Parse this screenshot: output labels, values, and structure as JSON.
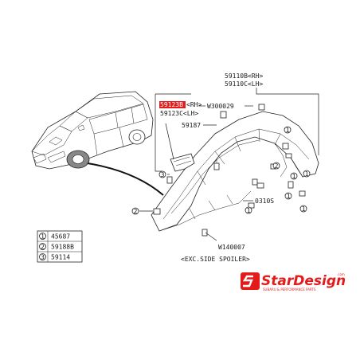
{
  "callouts": {
    "p1_rh": "59110B<RH>",
    "p1_lh": "59110C<LH>",
    "p2_rh_code": "59123B",
    "p2_rh_side": "<RH>",
    "p2_lh": "59123C<LH>",
    "w300029": "W300029",
    "p59187": "59187",
    "p0310s": "0310S",
    "w140007": "W140007",
    "note": "<EXC.SIDE SPOILER>"
  },
  "legend": [
    {
      "num": "1",
      "part": "45687"
    },
    {
      "num": "2",
      "part": "59188B"
    },
    {
      "num": "3",
      "part": "59114"
    }
  ],
  "logo": {
    "brand": "StarDesign",
    "suffix": ".com",
    "tagline": "SUBARU & PERFORMANCE PARTS",
    "color": "#e31b1b"
  }
}
